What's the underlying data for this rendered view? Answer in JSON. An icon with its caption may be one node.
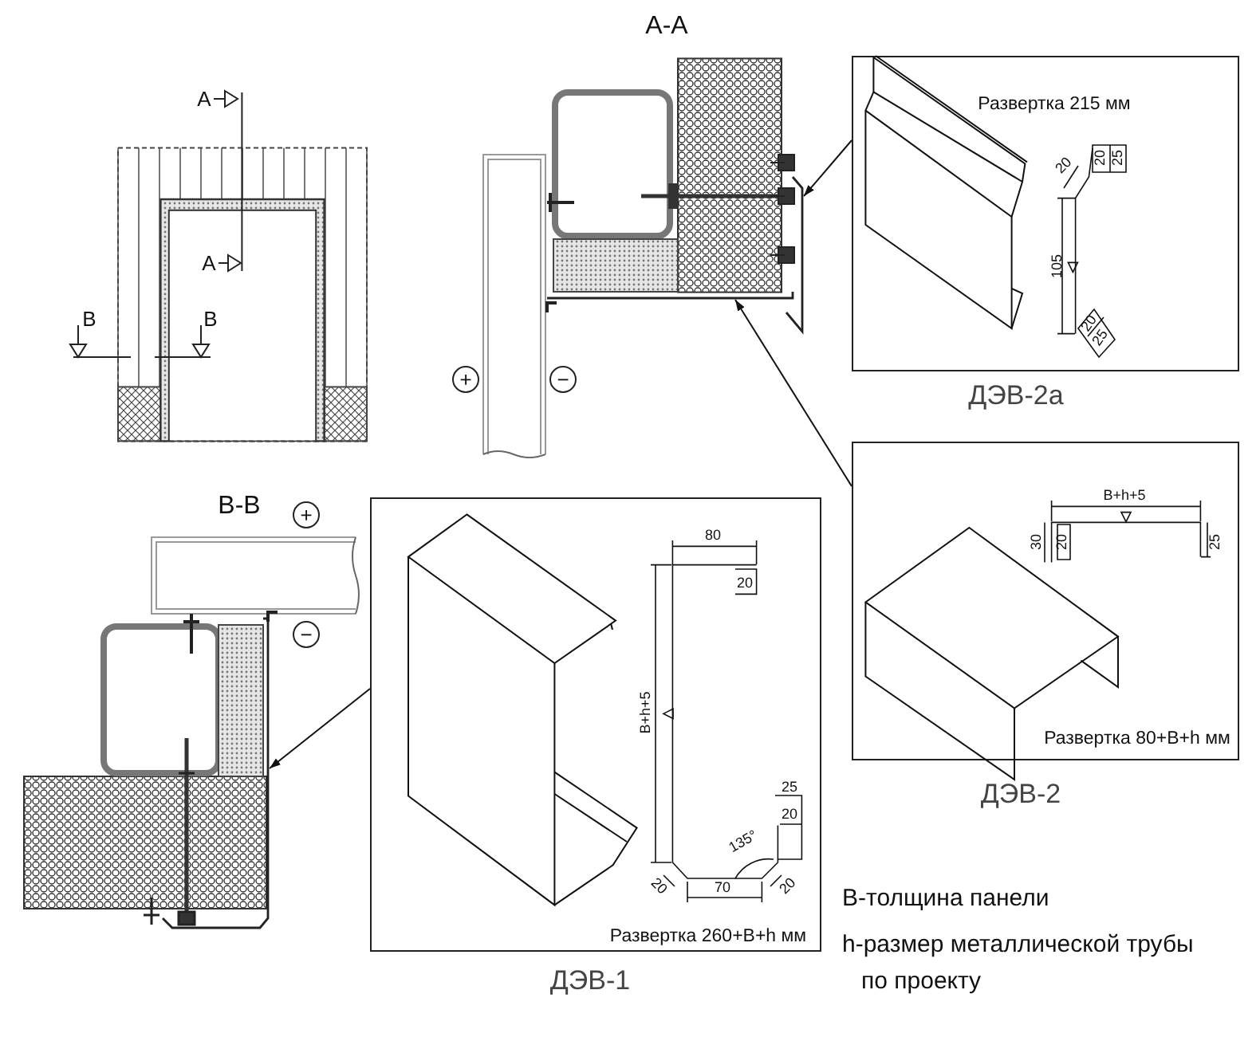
{
  "diagram": {
    "nodes": [
      {
        "text": [
          "Развертка 215 мм"
        ],
        "beside": [
          "ДЭВ-2а"
        ]
      },
      {
        "text": [
          "Развертка 80+B+h мм"
        ],
        "beside": [
          "ДЭВ-2"
        ]
      },
      {
        "text": [
          "Развертка 260+B+h мм"
        ],
        "beside": [
          "ДЭВ-1"
        ]
      },
      {
        "text": [],
        "shape": "picture"
      },
      {
        "text": [],
        "shape": "picture"
      },
      {
        "text": [],
        "shape": "picture"
      }
    ],
    "edges": [
      {
        "from": 0,
        "to": 3,
        "arrow": "to"
      },
      {
        "from": 1,
        "to": 4,
        "arrow": "to"
      },
      {
        "from": 2,
        "to": 5,
        "arrow": "to"
      }
    ],
    "labels": [
      "A-A",
      "A",
      "A",
      "B",
      "B",
      "+",
      "−",
      "20",
      "20",
      "25",
      "105",
      "20",
      "25",
      "B-B",
      "+",
      "−",
      "B+h+5",
      "30",
      "20",
      "25",
      "80",
      "20",
      "B+h+5",
      "25",
      "20",
      "135°",
      "20",
      "70",
      "20",
      "B-толщина панели",
      "h-размер металлической трубы по проекту"
    ]
  }
}
